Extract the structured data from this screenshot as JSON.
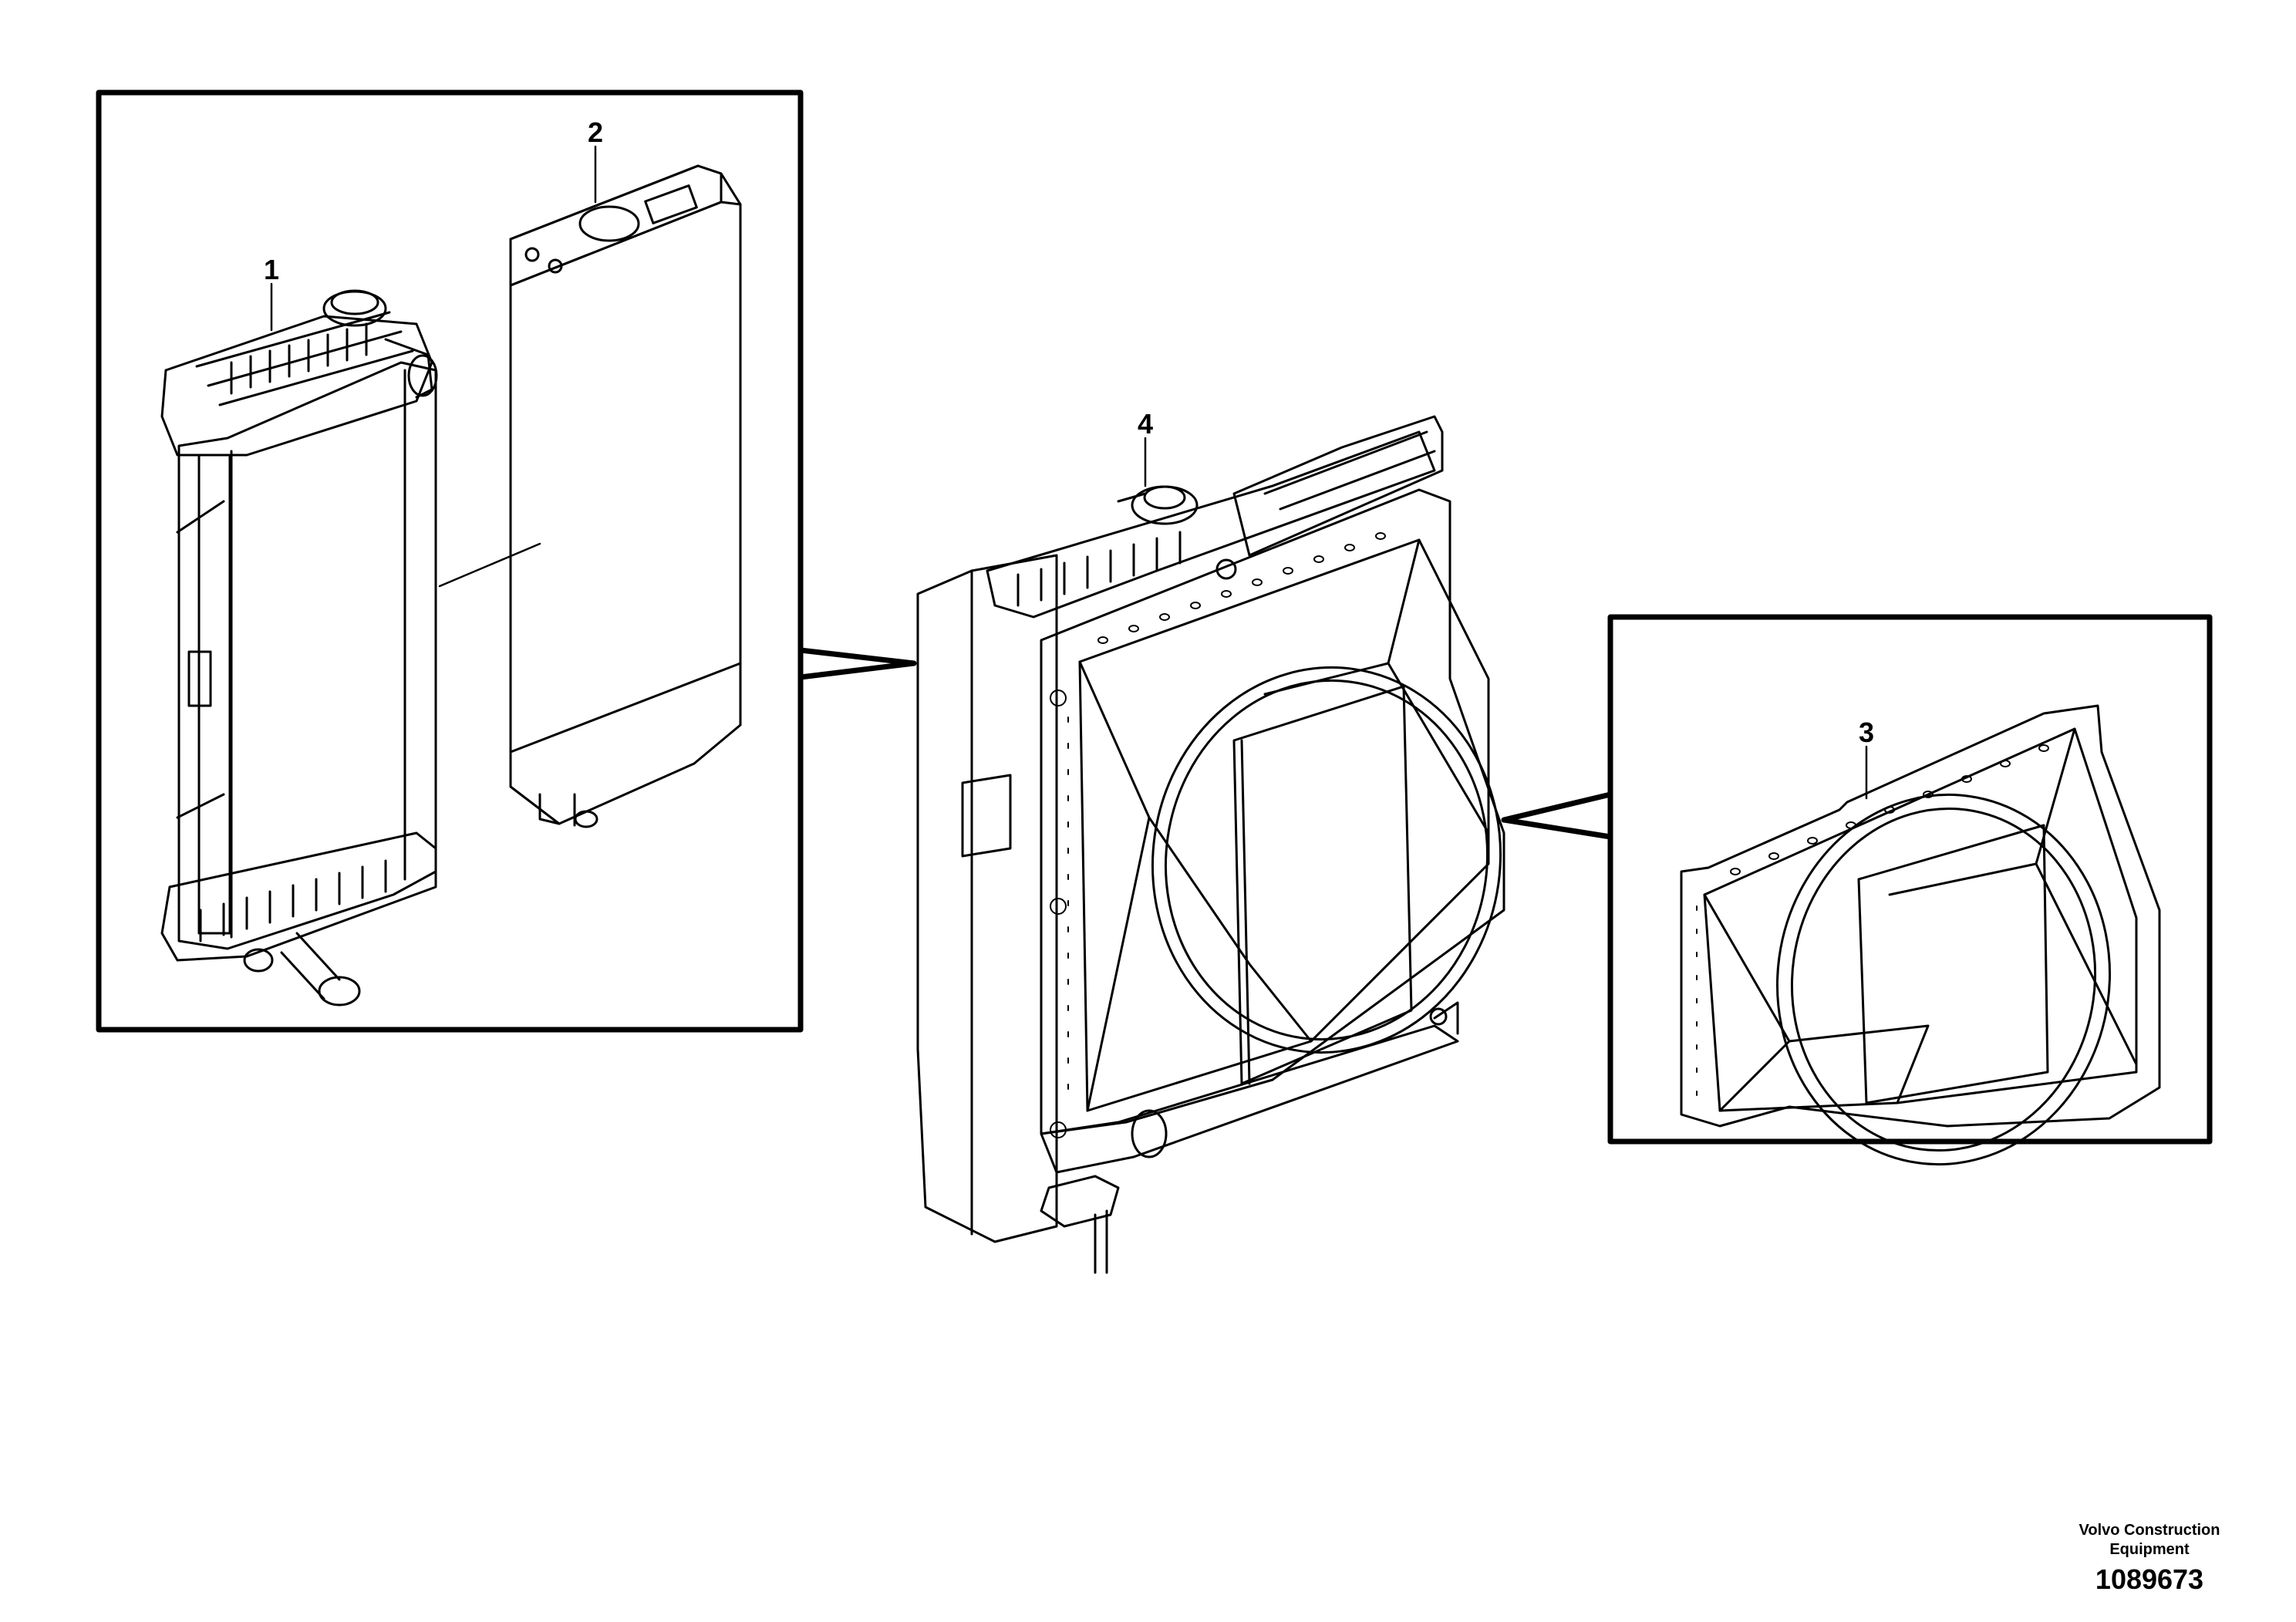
{
  "callouts": {
    "part1": "1",
    "part2": "2",
    "part3": "3",
    "part4": "4"
  },
  "footer": {
    "company_line1": "Volvo Construction",
    "company_line2": "Equipment",
    "doc_number": "1089673"
  },
  "colors": {
    "ink": "#000000",
    "background": "#ffffff"
  }
}
